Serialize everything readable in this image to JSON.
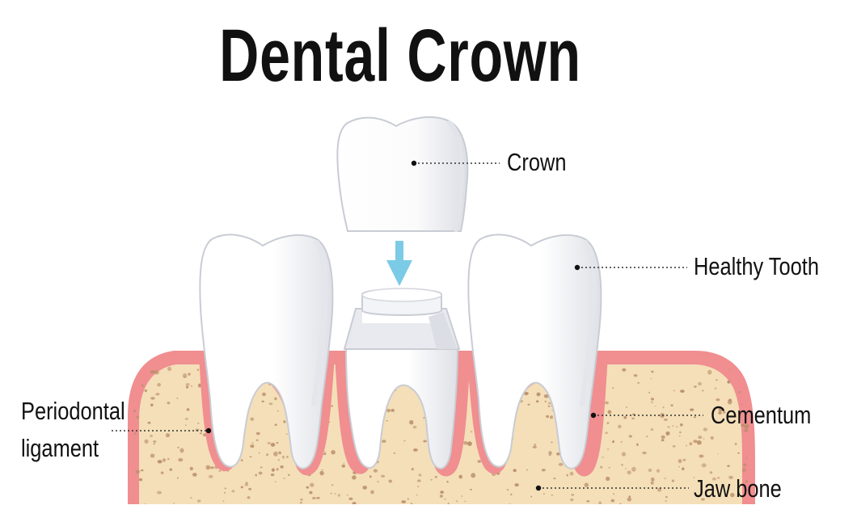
{
  "title": "Dental Crown",
  "labels": {
    "crown": "Crown",
    "healthy_tooth": "Healthy Tooth",
    "cementum": "Cementum",
    "jaw_bone": "Jaw bone",
    "periodontal_line1": "Periodontal",
    "periodontal_line2": "ligament"
  },
  "colors": {
    "bone": "#f4dfb8",
    "bone_speckle": "#b98f6a",
    "gum": "#f08e90",
    "gum_inner": "#f8c3c3",
    "tooth": "#ffffff",
    "tooth_shade": "#e6e7ec",
    "tooth_outline": "#c9ccd4",
    "arrow": "#7ccbe6",
    "text": "#111111"
  }
}
